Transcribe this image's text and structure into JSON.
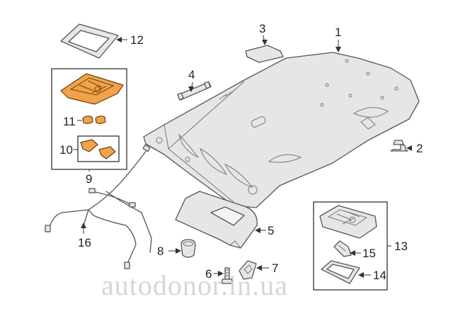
{
  "watermark": "autodonor.in.ua",
  "colors": {
    "highlight": "#f0a34a",
    "highlight_stroke": "#6b3c0b",
    "part_fill": "#e6e6e6",
    "line": "#555555"
  },
  "callouts": {
    "headliner": "1",
    "clip": "2",
    "pad": "3",
    "assist_grip": "4",
    "sun_visor": "5",
    "screw": "6",
    "visor_cover": "7",
    "visor_holder": "8",
    "map_lamp_assembly": "9",
    "lamp_lens": "10",
    "lamp_bulbs": "11",
    "lamp_frame": "12",
    "room_lamp_assembly": "13",
    "room_lamp_lens": "14",
    "room_lamp_bulb": "15",
    "harness": "16"
  }
}
